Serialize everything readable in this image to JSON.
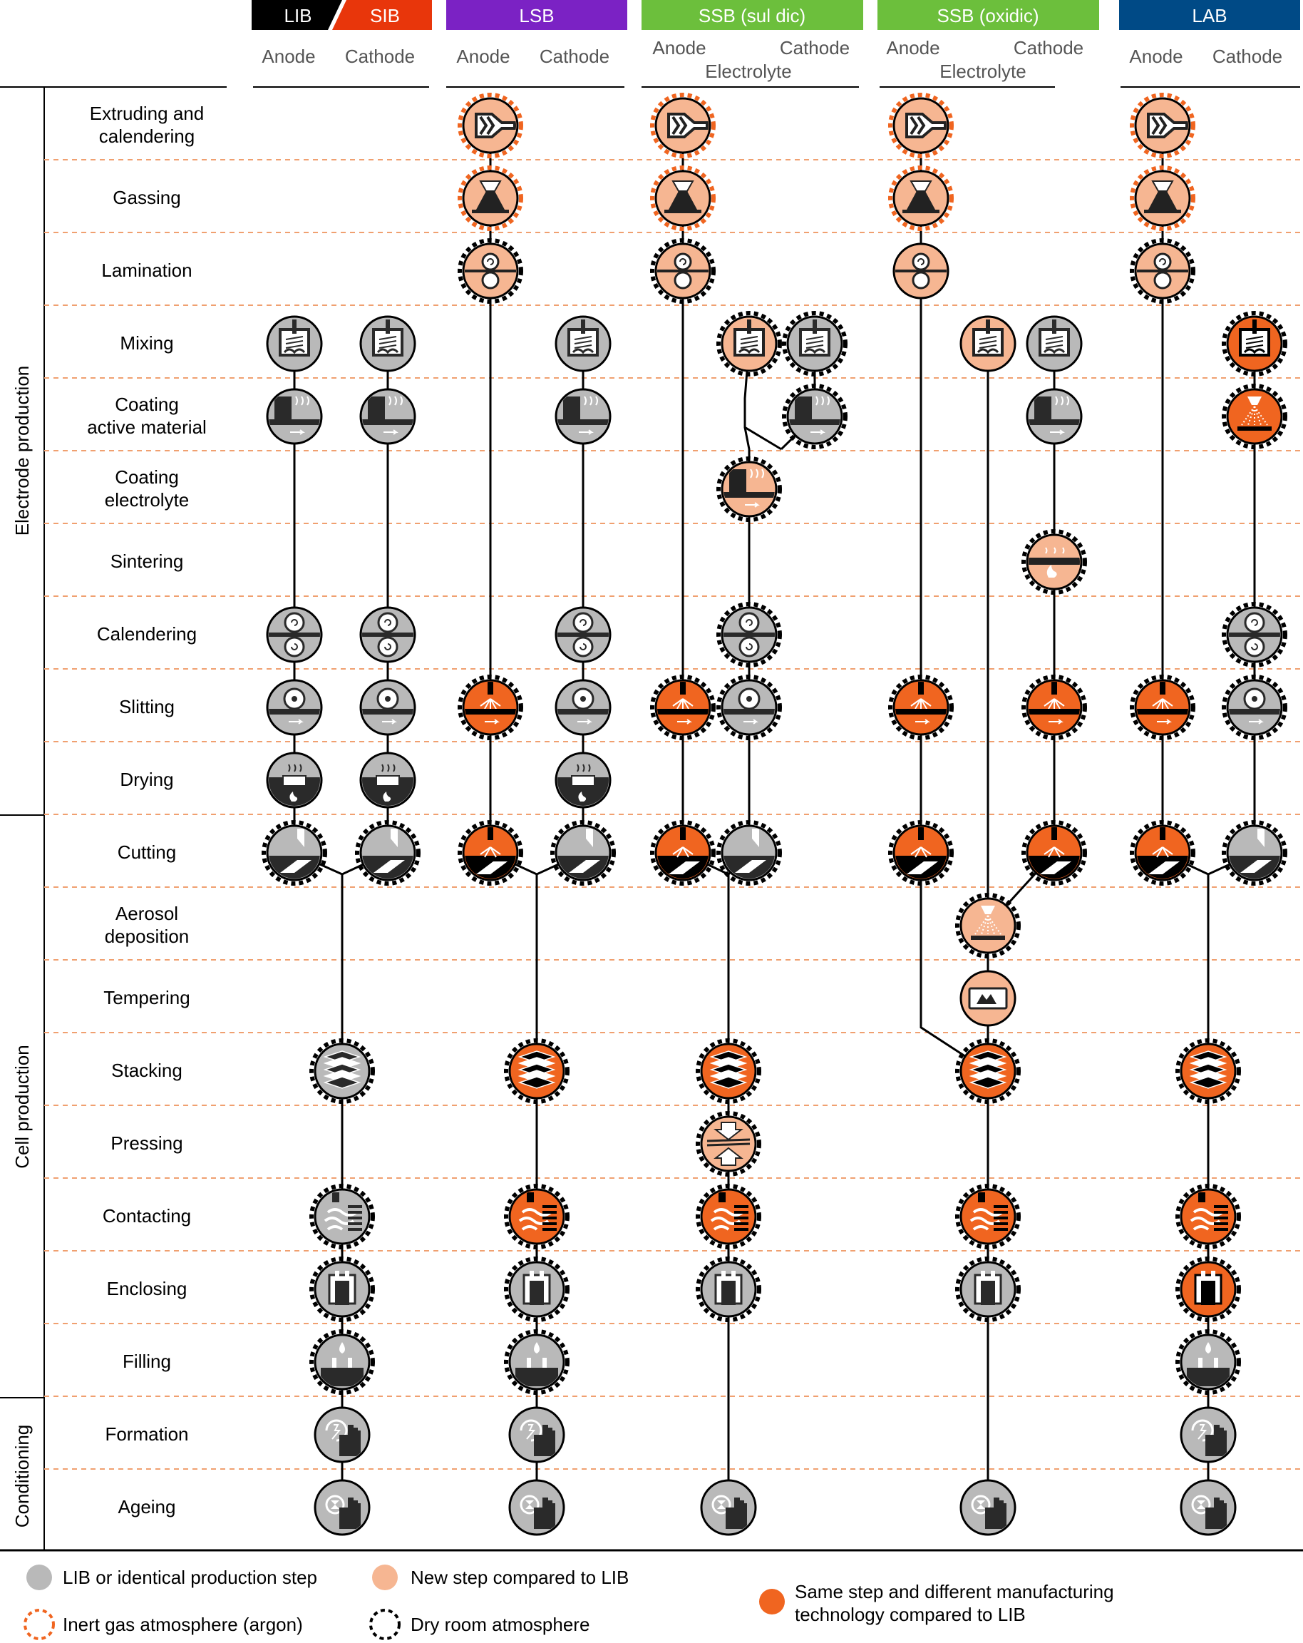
{
  "headers": [
    {
      "label": "LIB",
      "color": "#000000"
    },
    {
      "label": "SIB",
      "color": "#e8360b"
    },
    {
      "label": "LSB",
      "color": "#7b22c4"
    },
    {
      "label": "SSB (sul  dic)",
      "color": "#6cbf3c"
    },
    {
      "label": "SSB (oxidic)",
      "color": "#6cbf3c"
    },
    {
      "label": "LAB",
      "color": "#004a86"
    }
  ],
  "subheaders": {
    "anode": "Anode",
    "cathode": "Cathode",
    "electrolyte": "Electrolyte"
  },
  "groups": [
    {
      "label": "Electrode production"
    },
    {
      "label": "Cell production"
    },
    {
      "label": "Conditioning"
    }
  ],
  "steps": [
    "Extruding and|calendering",
    "Gassing",
    "Lamination",
    "Mixing",
    "Coating|active material",
    "Coating|electrolyte",
    "Sintering",
    "Calendering",
    "Slitting",
    "Drying",
    "Cutting",
    "Aerosol|deposition",
    "Tempering",
    "Stacking",
    "Pressing",
    "Contacting",
    "Enclosing",
    "Filling",
    "Formation",
    "Ageing"
  ],
  "legend": {
    "identical": "LIB or identical production step",
    "new_step": "New step compared to LIB",
    "different_tech": "Same step and different manufacturing|technology compared to LIB",
    "inert_gas": "Inert gas atmosphere (argon)",
    "dry_room": "Dry room atmosphere"
  },
  "colors": {
    "identical": "#b9b9b9",
    "new_step": "#f6b692",
    "different_tech": "#f06520",
    "inert_gas_ring": "#f06520",
    "dry_room_ring": "#000000",
    "separator": "#f0a070"
  },
  "nodes": [
    {
      "col": "lsb_a",
      "step": 0,
      "kind": "new",
      "ring": "inert",
      "icon": "extruder-icon"
    },
    {
      "col": "ssbs_a",
      "step": 0,
      "kind": "new",
      "ring": "inert",
      "icon": "extruder-icon"
    },
    {
      "col": "ssbo_a",
      "step": 0,
      "kind": "new",
      "ring": "inert",
      "icon": "extruder-icon"
    },
    {
      "col": "lab_a",
      "step": 0,
      "kind": "new",
      "ring": "inert",
      "icon": "extruder-icon"
    },
    {
      "col": "lsb_a",
      "step": 1,
      "kind": "new",
      "ring": "inert",
      "icon": "gassing-icon"
    },
    {
      "col": "ssbs_a",
      "step": 1,
      "kind": "new",
      "ring": "inert",
      "icon": "gassing-icon"
    },
    {
      "col": "ssbo_a",
      "step": 1,
      "kind": "new",
      "ring": "inert",
      "icon": "gassing-icon"
    },
    {
      "col": "lab_a",
      "step": 1,
      "kind": "new",
      "ring": "inert",
      "icon": "gassing-icon"
    },
    {
      "col": "lsb_a",
      "step": 2,
      "kind": "new",
      "ring": "dry",
      "icon": "lamination-icon"
    },
    {
      "col": "ssbs_a",
      "step": 2,
      "kind": "new",
      "ring": "dry",
      "icon": "lamination-icon"
    },
    {
      "col": "ssbo_a",
      "step": 2,
      "kind": "new",
      "ring": "none",
      "icon": "lamination-icon"
    },
    {
      "col": "lab_a",
      "step": 2,
      "kind": "new",
      "ring": "dry",
      "icon": "lamination-icon"
    },
    {
      "col": "lib_a",
      "step": 3,
      "kind": "identical",
      "ring": "none",
      "icon": "mixer-icon"
    },
    {
      "col": "lib_c",
      "step": 3,
      "kind": "identical",
      "ring": "none",
      "icon": "mixer-icon"
    },
    {
      "col": "lsb_c",
      "step": 3,
      "kind": "identical",
      "ring": "none",
      "icon": "mixer-icon"
    },
    {
      "col": "ssbs_e",
      "step": 3,
      "kind": "new",
      "ring": "dry",
      "icon": "mixer-icon"
    },
    {
      "col": "ssbs_c",
      "step": 3,
      "kind": "identical",
      "ring": "dry",
      "icon": "mixer-icon"
    },
    {
      "col": "ssbo_e",
      "step": 3,
      "kind": "new",
      "ring": "none",
      "icon": "mixer-icon"
    },
    {
      "col": "ssbo_c",
      "step": 3,
      "kind": "identical",
      "ring": "none",
      "icon": "mixer-icon"
    },
    {
      "col": "lab_c",
      "step": 3,
      "kind": "different",
      "ring": "dry",
      "icon": "mixer-icon"
    },
    {
      "col": "lib_a",
      "step": 4,
      "kind": "identical",
      "ring": "none",
      "icon": "coating-icon"
    },
    {
      "col": "lib_c",
      "step": 4,
      "kind": "identical",
      "ring": "none",
      "icon": "coating-icon"
    },
    {
      "col": "lsb_c",
      "step": 4,
      "kind": "identical",
      "ring": "none",
      "icon": "coating-icon"
    },
    {
      "col": "ssbs_c",
      "step": 4,
      "kind": "identical",
      "ring": "dry",
      "icon": "coating-icon"
    },
    {
      "col": "ssbo_c",
      "step": 4,
      "kind": "identical",
      "ring": "none",
      "icon": "coating-icon"
    },
    {
      "col": "lab_c",
      "step": 4,
      "kind": "different",
      "ring": "dry",
      "icon": "spray-icon"
    },
    {
      "col": "ssbs_e",
      "step": 5,
      "kind": "new",
      "ring": "dry",
      "icon": "coating-icon"
    },
    {
      "col": "ssbo_c",
      "step": 6,
      "kind": "new",
      "ring": "dry",
      "icon": "sintering-icon"
    },
    {
      "col": "lib_a",
      "step": 7,
      "kind": "identical",
      "ring": "none",
      "icon": "calender-icon"
    },
    {
      "col": "lib_c",
      "step": 7,
      "kind": "identical",
      "ring": "none",
      "icon": "calender-icon"
    },
    {
      "col": "lsb_c",
      "step": 7,
      "kind": "identical",
      "ring": "none",
      "icon": "calender-icon"
    },
    {
      "col": "ssbs_e",
      "step": 7,
      "kind": "identical",
      "ring": "dry",
      "icon": "calender-icon"
    },
    {
      "col": "lab_c",
      "step": 7,
      "kind": "identical",
      "ring": "dry",
      "icon": "calender-icon"
    },
    {
      "col": "lib_a",
      "step": 8,
      "kind": "identical",
      "ring": "none",
      "icon": "slitter-icon"
    },
    {
      "col": "lib_c",
      "step": 8,
      "kind": "identical",
      "ring": "none",
      "icon": "slitter-icon"
    },
    {
      "col": "lsb_a",
      "step": 8,
      "kind": "different",
      "ring": "dry",
      "icon": "laser-slit-icon"
    },
    {
      "col": "lsb_c",
      "step": 8,
      "kind": "identical",
      "ring": "none",
      "icon": "slitter-icon"
    },
    {
      "col": "ssbs_a",
      "step": 8,
      "kind": "different",
      "ring": "dry",
      "icon": "laser-slit-icon"
    },
    {
      "col": "ssbs_e",
      "step": 8,
      "kind": "identical",
      "ring": "dry",
      "icon": "slitter-icon"
    },
    {
      "col": "ssbo_a",
      "step": 8,
      "kind": "different",
      "ring": "dry",
      "icon": "laser-slit-icon"
    },
    {
      "col": "ssbo_c",
      "step": 8,
      "kind": "different",
      "ring": "dry",
      "icon": "laser-slit-icon"
    },
    {
      "col": "lab_a",
      "step": 8,
      "kind": "different",
      "ring": "dry",
      "icon": "laser-slit-icon"
    },
    {
      "col": "lab_c",
      "step": 8,
      "kind": "identical",
      "ring": "dry",
      "icon": "slitter-icon"
    },
    {
      "col": "lib_a",
      "step": 9,
      "kind": "identical",
      "ring": "none",
      "icon": "dryer-icon"
    },
    {
      "col": "lib_c",
      "step": 9,
      "kind": "identical",
      "ring": "none",
      "icon": "dryer-icon"
    },
    {
      "col": "lsb_c",
      "step": 9,
      "kind": "identical",
      "ring": "none",
      "icon": "dryer-icon"
    },
    {
      "col": "lib_a",
      "step": 10,
      "kind": "identical",
      "ring": "dry",
      "icon": "cutter-icon"
    },
    {
      "col": "lib_c",
      "step": 10,
      "kind": "identical",
      "ring": "dry",
      "icon": "cutter-icon"
    },
    {
      "col": "lsb_a",
      "step": 10,
      "kind": "different",
      "ring": "dry",
      "icon": "laser-cut-icon"
    },
    {
      "col": "lsb_c",
      "step": 10,
      "kind": "identical",
      "ring": "dry",
      "icon": "cutter-icon"
    },
    {
      "col": "ssbs_a",
      "step": 10,
      "kind": "different",
      "ring": "dry",
      "icon": "laser-cut-icon"
    },
    {
      "col": "ssbs_e",
      "step": 10,
      "kind": "identical",
      "ring": "dry",
      "icon": "cutter-icon"
    },
    {
      "col": "ssbo_a",
      "step": 10,
      "kind": "different",
      "ring": "dry",
      "icon": "laser-cut-icon"
    },
    {
      "col": "ssbo_c",
      "step": 10,
      "kind": "different",
      "ring": "dry",
      "icon": "laser-cut-icon"
    },
    {
      "col": "lab_a",
      "step": 10,
      "kind": "different",
      "ring": "dry",
      "icon": "laser-cut-icon"
    },
    {
      "col": "lab_c",
      "step": 10,
      "kind": "identical",
      "ring": "dry",
      "icon": "cutter-icon"
    },
    {
      "col": "ssbo_e",
      "step": 11,
      "kind": "new",
      "ring": "dry",
      "icon": "spray-icon"
    },
    {
      "col": "ssbo_e",
      "step": 12,
      "kind": "new",
      "ring": "none",
      "icon": "tempering-icon"
    },
    {
      "col": "lib_cell",
      "step": 13,
      "kind": "identical",
      "ring": "dry",
      "icon": "stack-icon"
    },
    {
      "col": "lsb_cell",
      "step": 13,
      "kind": "different",
      "ring": "dry",
      "icon": "stack-icon"
    },
    {
      "col": "ssbs_cell",
      "step": 13,
      "kind": "different",
      "ring": "dry",
      "icon": "stack-icon"
    },
    {
      "col": "ssbo_e",
      "step": 13,
      "kind": "different",
      "ring": "dry",
      "icon": "stack-icon"
    },
    {
      "col": "lab_cell",
      "step": 13,
      "kind": "different",
      "ring": "dry",
      "icon": "stack-icon"
    },
    {
      "col": "ssbs_cell",
      "step": 14,
      "kind": "new",
      "ring": "dry",
      "icon": "press-icon"
    },
    {
      "col": "lib_cell",
      "step": 15,
      "kind": "identical",
      "ring": "dry",
      "icon": "weld-icon"
    },
    {
      "col": "lsb_cell",
      "step": 15,
      "kind": "different",
      "ring": "dry",
      "icon": "weld-icon"
    },
    {
      "col": "ssbs_cell",
      "step": 15,
      "kind": "different",
      "ring": "dry",
      "icon": "weld-icon"
    },
    {
      "col": "ssbo_e",
      "step": 15,
      "kind": "different",
      "ring": "dry",
      "icon": "weld-icon"
    },
    {
      "col": "lab_cell",
      "step": 15,
      "kind": "different",
      "ring": "dry",
      "icon": "weld-icon"
    },
    {
      "col": "lib_cell",
      "step": 16,
      "kind": "identical",
      "ring": "dry",
      "icon": "enclose-icon"
    },
    {
      "col": "lsb_cell",
      "step": 16,
      "kind": "identical",
      "ring": "dry",
      "icon": "enclose-icon"
    },
    {
      "col": "ssbs_cell",
      "step": 16,
      "kind": "identical",
      "ring": "dry",
      "icon": "enclose-icon"
    },
    {
      "col": "ssbo_e",
      "step": 16,
      "kind": "identical",
      "ring": "dry",
      "icon": "enclose-icon"
    },
    {
      "col": "lab_cell",
      "step": 16,
      "kind": "different",
      "ring": "dry",
      "icon": "enclose-icon"
    },
    {
      "col": "lib_cell",
      "step": 17,
      "kind": "identical",
      "ring": "dry",
      "icon": "fill-icon"
    },
    {
      "col": "lsb_cell",
      "step": 17,
      "kind": "identical",
      "ring": "dry",
      "icon": "fill-icon"
    },
    {
      "col": "lab_cell",
      "step": 17,
      "kind": "identical",
      "ring": "dry",
      "icon": "fill-icon"
    },
    {
      "col": "lib_cell",
      "step": 18,
      "kind": "identical",
      "ring": "none",
      "icon": "formation-icon"
    },
    {
      "col": "lsb_cell",
      "step": 18,
      "kind": "identical",
      "ring": "none",
      "icon": "formation-icon"
    },
    {
      "col": "lab_cell",
      "step": 18,
      "kind": "identical",
      "ring": "none",
      "icon": "formation-icon"
    },
    {
      "col": "lib_cell",
      "step": 19,
      "kind": "identical",
      "ring": "none",
      "icon": "ageing-icon"
    },
    {
      "col": "lsb_cell",
      "step": 19,
      "kind": "identical",
      "ring": "none",
      "icon": "ageing-icon"
    },
    {
      "col": "ssbs_cell",
      "step": 19,
      "kind": "identical",
      "ring": "none",
      "icon": "ageing-icon"
    },
    {
      "col": "ssbo_e",
      "step": 19,
      "kind": "identical",
      "ring": "none",
      "icon": "ageing-icon"
    },
    {
      "col": "lab_cell",
      "step": 19,
      "kind": "identical",
      "ring": "none",
      "icon": "ageing-icon"
    }
  ]
}
